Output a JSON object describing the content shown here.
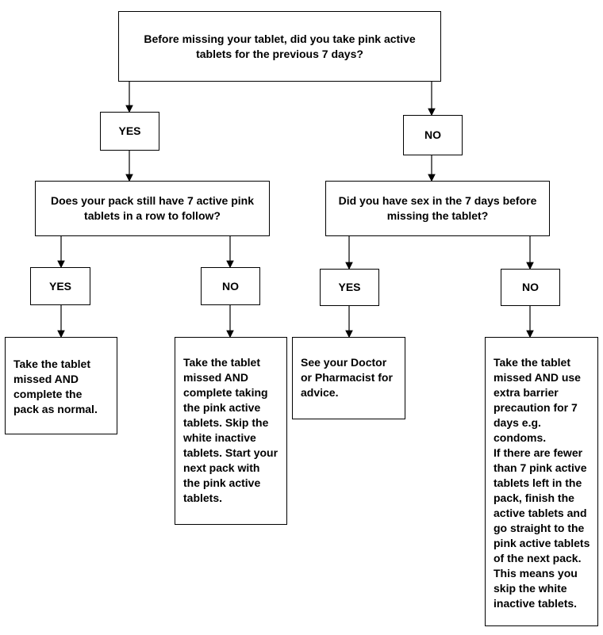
{
  "q1": {
    "text": "Before missing your tablet, did you take pink active tablets for the previous 7 days?"
  },
  "q1_yes": {
    "label": "YES"
  },
  "q1_no": {
    "label": "NO"
  },
  "q2": {
    "text": "Does your pack still have 7 active pink tablets in a row to follow?"
  },
  "q3": {
    "text": "Did you have sex in the 7 days before missing the tablet?"
  },
  "q2_yes": {
    "label": "YES"
  },
  "q2_no": {
    "label": "NO"
  },
  "q3_yes": {
    "label": "YES"
  },
  "q3_no": {
    "label": "NO"
  },
  "outcomes": {
    "a": {
      "text": "Take the tablet missed AND complete the pack as normal."
    },
    "b": {
      "text": "Take the tablet missed AND complete taking the pink active tablets. Skip the white inactive tablets. Start your next pack with the pink active tablets."
    },
    "c": {
      "text": "See your Doctor or Pharmacist for advice."
    },
    "d": {
      "text": "Take the tablet missed AND use extra barrier precaution for 7 days e.g. condoms.",
      "text2": "If there are fewer than 7 pink active tablets left in the pack, finish the active tablets and go straight to the pink active tablets of the next pack. This means you skip the white inactive tablets."
    }
  }
}
